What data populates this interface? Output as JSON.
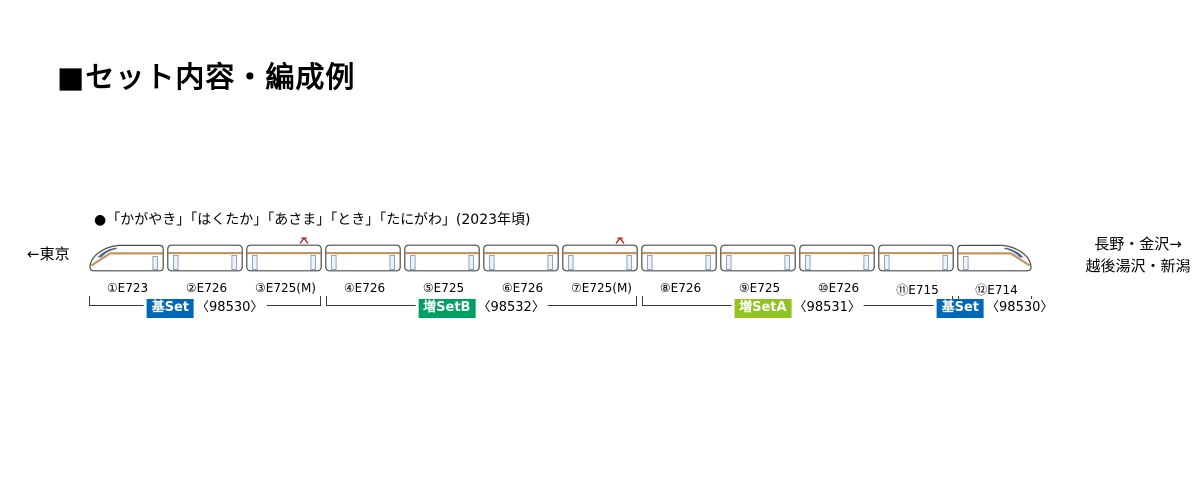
{
  "header": {
    "title": "■セット内容・編成例"
  },
  "diagram": {
    "note": "●「かがやき」「はくたか」「あさま」「とき」「たにがわ」(2023年頃)",
    "direction_left": "←東京",
    "direction_right_line1": "長野・金沢→",
    "direction_right_line2": "越後湯沢・新潟"
  },
  "train": {
    "cars": [
      {
        "no": 1,
        "label": "①E723",
        "shape": "end-left",
        "pantograph": false
      },
      {
        "no": 2,
        "label": "②E726",
        "shape": "middle",
        "pantograph": false
      },
      {
        "no": 3,
        "label": "③E725(M)",
        "shape": "middle",
        "pantograph": true
      },
      {
        "no": 4,
        "label": "④E726",
        "shape": "middle",
        "pantograph": false
      },
      {
        "no": 5,
        "label": "⑤E725",
        "shape": "middle",
        "pantograph": false
      },
      {
        "no": 6,
        "label": "⑥E726",
        "shape": "middle",
        "pantograph": false
      },
      {
        "no": 7,
        "label": "⑦E725(M)",
        "shape": "middle",
        "pantograph": true
      },
      {
        "no": 8,
        "label": "⑧E726",
        "shape": "middle",
        "pantograph": false
      },
      {
        "no": 9,
        "label": "⑨E725",
        "shape": "middle",
        "pantograph": false
      },
      {
        "no": 10,
        "label": "⑩E726",
        "shape": "middle",
        "pantograph": false
      },
      {
        "no": 11,
        "label": "⑪E715",
        "shape": "middle",
        "pantograph": false
      },
      {
        "no": 12,
        "label": "⑫E714",
        "shape": "end-right",
        "pantograph": false
      }
    ]
  },
  "sets": [
    {
      "name": "基Set",
      "code": "〈98530〉",
      "color": "#0068b7",
      "from": 1,
      "to": 3
    },
    {
      "name": "増SetB",
      "code": "〈98532〉",
      "color": "#00a063",
      "from": 4,
      "to": 7
    },
    {
      "name": "増SetA",
      "code": "〈98531〉",
      "color": "#8fc31f",
      "from": 8,
      "to": 11
    },
    {
      "name": "基Set",
      "code": "〈98530〉",
      "color": "#0068b7",
      "from": 12,
      "to": 12
    }
  ],
  "colors": {
    "body_stripe_copper": "#c2955f",
    "nose_windshield_blue": "#44688e",
    "pantograph_red": "#cc2222",
    "outline_gray": "#4d4d4d"
  }
}
